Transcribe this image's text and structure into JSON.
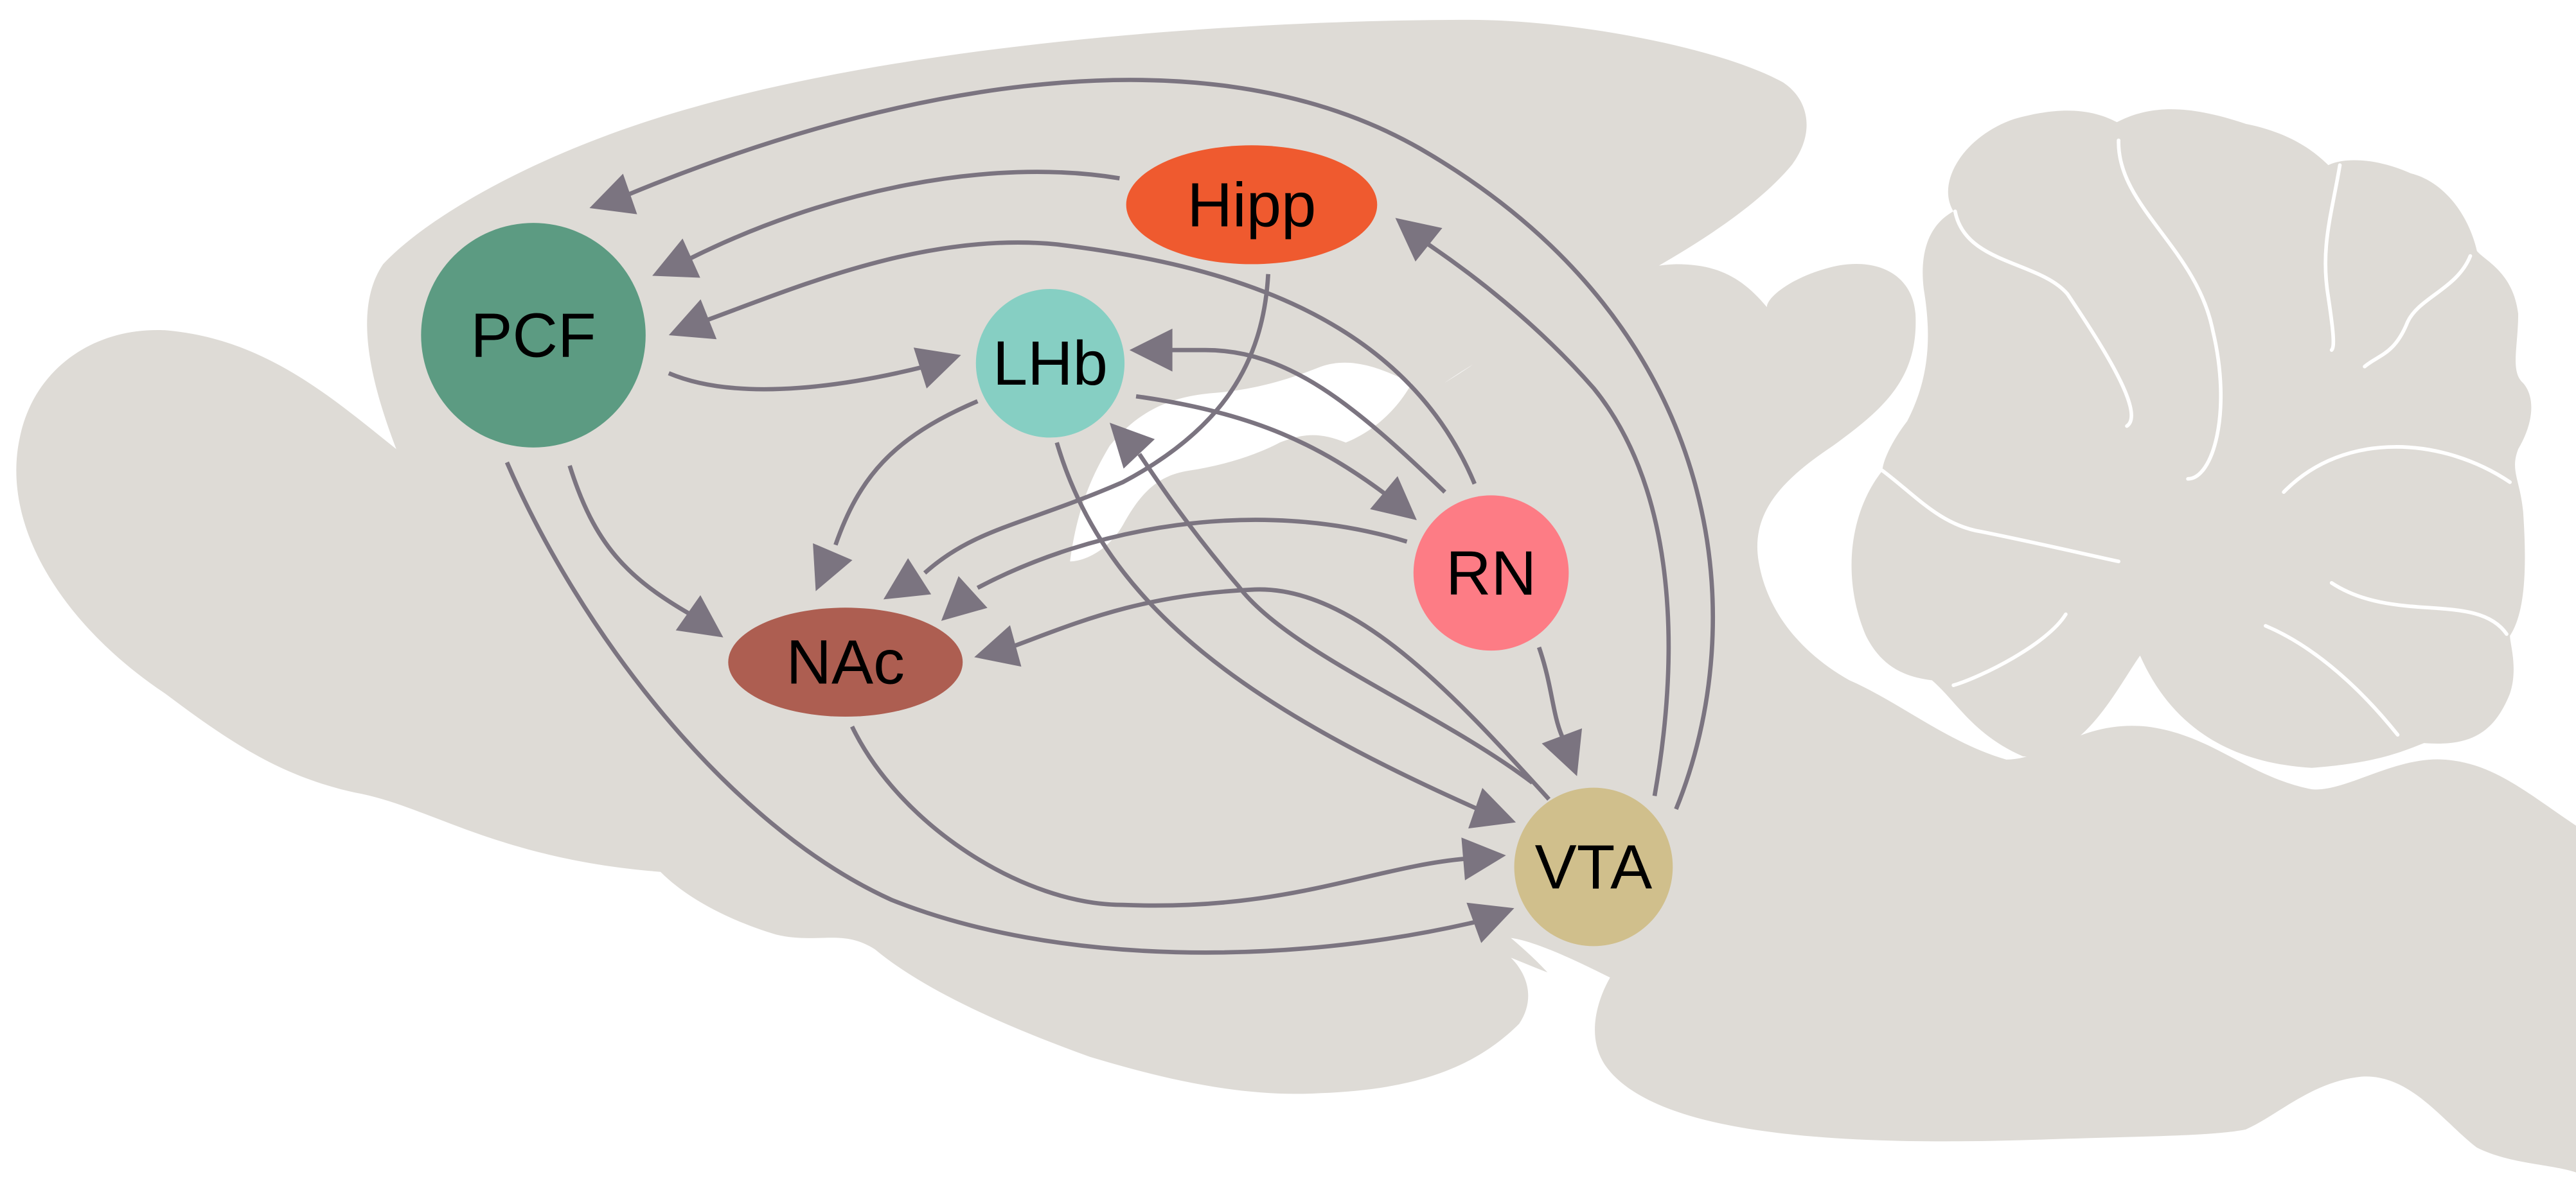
{
  "diagram": {
    "title": "",
    "nodes": [
      {
        "id": "PCF",
        "label": "PCF",
        "color": "#5c9b82"
      },
      {
        "id": "Hipp",
        "label": "Hipp",
        "color": "#ef5a2f"
      },
      {
        "id": "LHb",
        "label": "LHb",
        "color": "#86cfc3"
      },
      {
        "id": "RN",
        "label": "RN",
        "color": "#fd7c85"
      },
      {
        "id": "NAc",
        "label": "NAc",
        "color": "#ad5e51"
      },
      {
        "id": "VTA",
        "label": "VTA",
        "color": "#d0bf8c"
      }
    ],
    "edges": [
      {
        "from": "VTA",
        "to": "PCF"
      },
      {
        "from": "Hipp",
        "to": "PCF"
      },
      {
        "from": "RN",
        "to": "PCF"
      },
      {
        "from": "PCF",
        "to": "LHb"
      },
      {
        "from": "PCF",
        "to": "NAc"
      },
      {
        "from": "PCF",
        "to": "VTA"
      },
      {
        "from": "VTA",
        "to": "Hipp"
      },
      {
        "from": "Hipp",
        "to": "NAc"
      },
      {
        "from": "RN",
        "to": "LHb"
      },
      {
        "from": "LHb",
        "to": "RN"
      },
      {
        "from": "LHb",
        "to": "NAc"
      },
      {
        "from": "LHb",
        "to": "VTA"
      },
      {
        "from": "VTA",
        "to": "LHb"
      },
      {
        "from": "RN",
        "to": "NAc"
      },
      {
        "from": "VTA",
        "to": "NAc"
      },
      {
        "from": "RN",
        "to": "VTA"
      },
      {
        "from": "NAc",
        "to": "VTA"
      }
    ],
    "colors": {
      "background": "#ffffff",
      "brain_fill": "#dedbd6",
      "edge": "#7b7480",
      "label": "#000000"
    }
  }
}
